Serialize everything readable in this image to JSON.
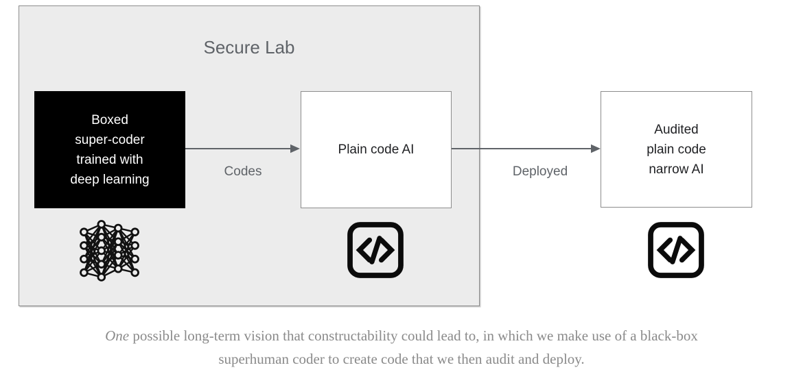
{
  "colors": {
    "lab_fill": "#ececec",
    "border_gray": "#8c8c8c",
    "label_gray": "#5f6368",
    "arrow_gray": "#5f6368",
    "black_node_fill": "#000000",
    "black_node_text": "#ffffff",
    "node_text": "#202124",
    "caption_gray": "#8a8a8a"
  },
  "diagram": {
    "container_label": "Secure Lab",
    "nodes": {
      "boxed_coder": {
        "lines": [
          "Boxed",
          "super-coder",
          "trained with",
          "deep learning"
        ],
        "icon": "neural-network-icon"
      },
      "plain_code_ai": {
        "label": "Plain code AI",
        "icon": "code-icon"
      },
      "audited_ai": {
        "lines": [
          "Audited",
          "plain code",
          "narrow AI"
        ],
        "icon": "code-icon"
      }
    },
    "edges": [
      {
        "from": "boxed_coder",
        "to": "plain_code_ai",
        "label": "Codes"
      },
      {
        "from": "plain_code_ai",
        "to": "audited_ai",
        "label": "Deployed"
      }
    ]
  },
  "caption": {
    "lead_italic": "One",
    "line1_rest": " possible long-term vision that constructability could lead to, in which we make use of a black-box",
    "line2": "superhuman coder to create code that we then audit and deploy."
  }
}
